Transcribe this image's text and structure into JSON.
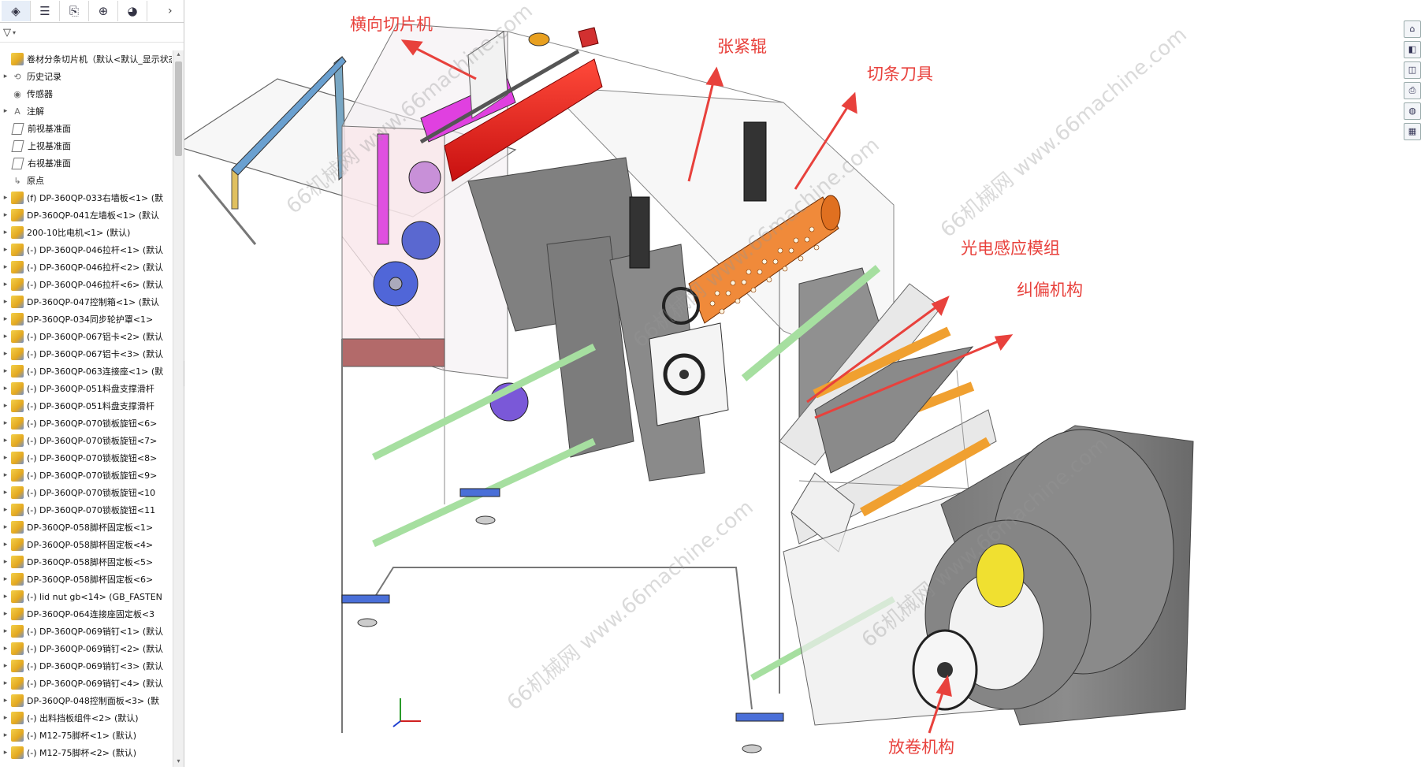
{
  "sidebar": {
    "tabs": [
      {
        "name": "feature-manager-tab",
        "glyph": "◈"
      },
      {
        "name": "property-manager-tab",
        "glyph": "☰"
      },
      {
        "name": "config-manager-tab",
        "glyph": "⎘"
      },
      {
        "name": "dimxpert-tab",
        "glyph": "⊕"
      },
      {
        "name": "display-manager-tab",
        "glyph": "◕"
      }
    ],
    "more": "›",
    "filter_icon": "▽",
    "tree": [
      {
        "label": "卷材分条切片机（默认<默认_显示状态",
        "type": "root",
        "expand": ""
      },
      {
        "label": "历史记录",
        "type": "fold",
        "expand": "▸",
        "glyph": "⟲"
      },
      {
        "label": "传感器",
        "type": "fold",
        "expand": "",
        "glyph": "◉"
      },
      {
        "label": "注解",
        "type": "fold",
        "expand": "▸",
        "glyph": "A"
      },
      {
        "label": "前视基准面",
        "type": "plane",
        "expand": ""
      },
      {
        "label": "上视基准面",
        "type": "plane",
        "expand": ""
      },
      {
        "label": "右视基准面",
        "type": "plane",
        "expand": ""
      },
      {
        "label": "原点",
        "type": "fold",
        "expand": "",
        "glyph": "↳"
      },
      {
        "label": "(f) DP-360QP-033右墙板<1> (默",
        "type": "part",
        "expand": "▸"
      },
      {
        "label": "DP-360QP-041左墙板<1> (默认",
        "type": "part",
        "expand": "▸"
      },
      {
        "label": "200-10比电机<1> (默认)",
        "type": "part",
        "expand": "▸"
      },
      {
        "label": "(-) DP-360QP-046拉杆<1> (默认",
        "type": "part",
        "expand": "▸"
      },
      {
        "label": "(-) DP-360QP-046拉杆<2> (默认",
        "type": "part",
        "expand": "▸"
      },
      {
        "label": "(-) DP-360QP-046拉杆<6> (默认",
        "type": "part",
        "expand": "▸"
      },
      {
        "label": "DP-360QP-047控制箱<1> (默认",
        "type": "part",
        "expand": "▸"
      },
      {
        "label": "DP-360QP-034同步轮护罩<1>",
        "type": "part",
        "expand": "▸"
      },
      {
        "label": "(-) DP-360QP-067铝卡<2> (默认",
        "type": "part",
        "expand": "▸"
      },
      {
        "label": "(-) DP-360QP-067铝卡<3> (默认",
        "type": "part",
        "expand": "▸"
      },
      {
        "label": "(-) DP-360QP-063连接座<1> (默",
        "type": "part",
        "expand": "▸"
      },
      {
        "label": "(-) DP-360QP-051料盘支撑滑杆",
        "type": "part",
        "expand": "▸"
      },
      {
        "label": "(-) DP-360QP-051料盘支撑滑杆",
        "type": "part",
        "expand": "▸"
      },
      {
        "label": "(-) DP-360QP-070锁板旋钮<6>",
        "type": "part",
        "expand": "▸"
      },
      {
        "label": "(-) DP-360QP-070锁板旋钮<7>",
        "type": "part",
        "expand": "▸"
      },
      {
        "label": "(-) DP-360QP-070锁板旋钮<8>",
        "type": "part",
        "expand": "▸"
      },
      {
        "label": "(-) DP-360QP-070锁板旋钮<9>",
        "type": "part",
        "expand": "▸"
      },
      {
        "label": "(-) DP-360QP-070锁板旋钮<10",
        "type": "part",
        "expand": "▸"
      },
      {
        "label": "(-) DP-360QP-070锁板旋钮<11",
        "type": "part",
        "expand": "▸"
      },
      {
        "label": "DP-360QP-058脚杯固定板<1>",
        "type": "part",
        "expand": "▸"
      },
      {
        "label": "DP-360QP-058脚杯固定板<4>",
        "type": "part",
        "expand": "▸"
      },
      {
        "label": "DP-360QP-058脚杯固定板<5>",
        "type": "part",
        "expand": "▸"
      },
      {
        "label": "DP-360QP-058脚杯固定板<6>",
        "type": "part",
        "expand": "▸"
      },
      {
        "label": "(-) lid nut gb<14> (GB_FASTEN",
        "type": "part",
        "expand": "▸"
      },
      {
        "label": "DP-360QP-064连接座固定板<3",
        "type": "part",
        "expand": "▸"
      },
      {
        "label": "(-) DP-360QP-069销钉<1> (默认",
        "type": "part",
        "expand": "▸"
      },
      {
        "label": "(-) DP-360QP-069销钉<2> (默认",
        "type": "part",
        "expand": "▸"
      },
      {
        "label": "(-) DP-360QP-069销钉<3> (默认",
        "type": "part",
        "expand": "▸"
      },
      {
        "label": "(-) DP-360QP-069销钉<4> (默认",
        "type": "part",
        "expand": "▸"
      },
      {
        "label": "DP-360QP-048控制面板<3> (默",
        "type": "part",
        "expand": "▸"
      },
      {
        "label": "(-) 出料挡板组件<2> (默认)",
        "type": "part",
        "expand": "▸"
      },
      {
        "label": "(-) M12-75脚杯<1> (默认)",
        "type": "part",
        "expand": "▸"
      },
      {
        "label": "(-) M12-75脚杯<2> (默认)",
        "type": "part",
        "expand": "▸"
      }
    ]
  },
  "annotations": [
    {
      "key": "transverse_cutter",
      "text": "横向切片机"
    },
    {
      "key": "tension_roller",
      "text": "张紧辊"
    },
    {
      "key": "slitting_knife",
      "text": "切条刀具"
    },
    {
      "key": "photo_sensor",
      "text": "光电感应模组"
    },
    {
      "key": "deviation_correction",
      "text": "纠偏机构"
    },
    {
      "key": "unwind_mechanism",
      "text": "放卷机构"
    }
  ],
  "watermark": "66机械网 www.66machine.com",
  "right_tools": [
    "⌂",
    "◧",
    "◫",
    "⎙",
    "◍",
    "▦"
  ],
  "colors": {
    "annotation": "#e8413c",
    "cutter_red": "#e82020",
    "magenta": "#e040e0",
    "green_rod": "#b9e6b2",
    "orange_rod": "#f2a23a",
    "frame_blue": "#4b6fd8"
  }
}
